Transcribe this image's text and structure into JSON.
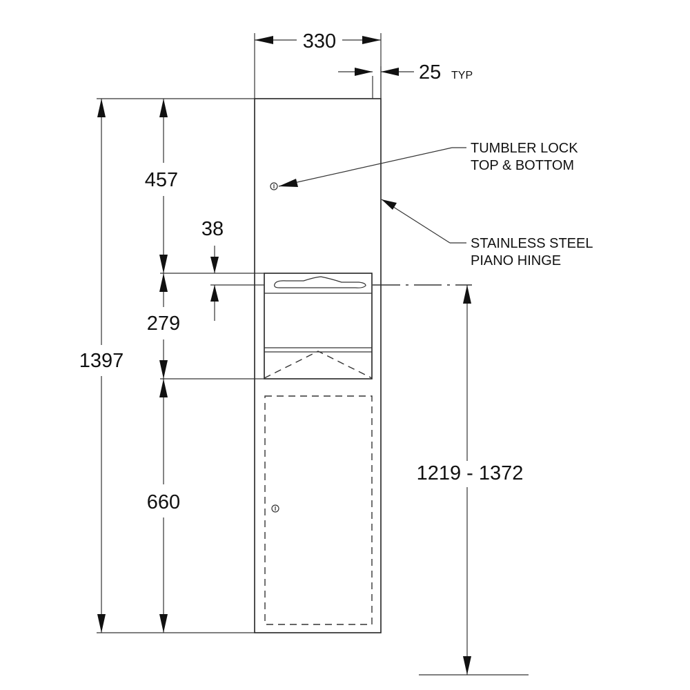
{
  "dimensions": {
    "width": "330",
    "hinge_offset": "25",
    "hinge_offset_suffix": "TYP",
    "upper_section": "457",
    "slot_offset": "38",
    "middle_section": "279",
    "overall_height": "1397",
    "lower_section": "660",
    "mounting_height": "1219 - 1372"
  },
  "callouts": {
    "lock_line1": "TUMBLER LOCK",
    "lock_line2": "TOP & BOTTOM",
    "hinge_line1": "STAINLESS STEEL",
    "hinge_line2": "PIANO HINGE"
  },
  "colors": {
    "line": "#222222",
    "text": "#111111",
    "background": "#ffffff"
  }
}
